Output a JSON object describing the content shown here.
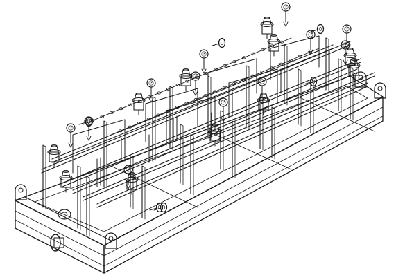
{
  "drawing": {
    "background_color": "#ffffff",
    "line_color": "#1a1a1a",
    "fill_color": "#ffffff",
    "shade_color": "#d4d4d4",
    "components": {
      "base_skid": 1,
      "lifting_lugs": 4,
      "process_lines": 3,
      "regulator_stations": 11,
      "pressure_gauges": 12,
      "flanged_nozzles": 6
    }
  }
}
